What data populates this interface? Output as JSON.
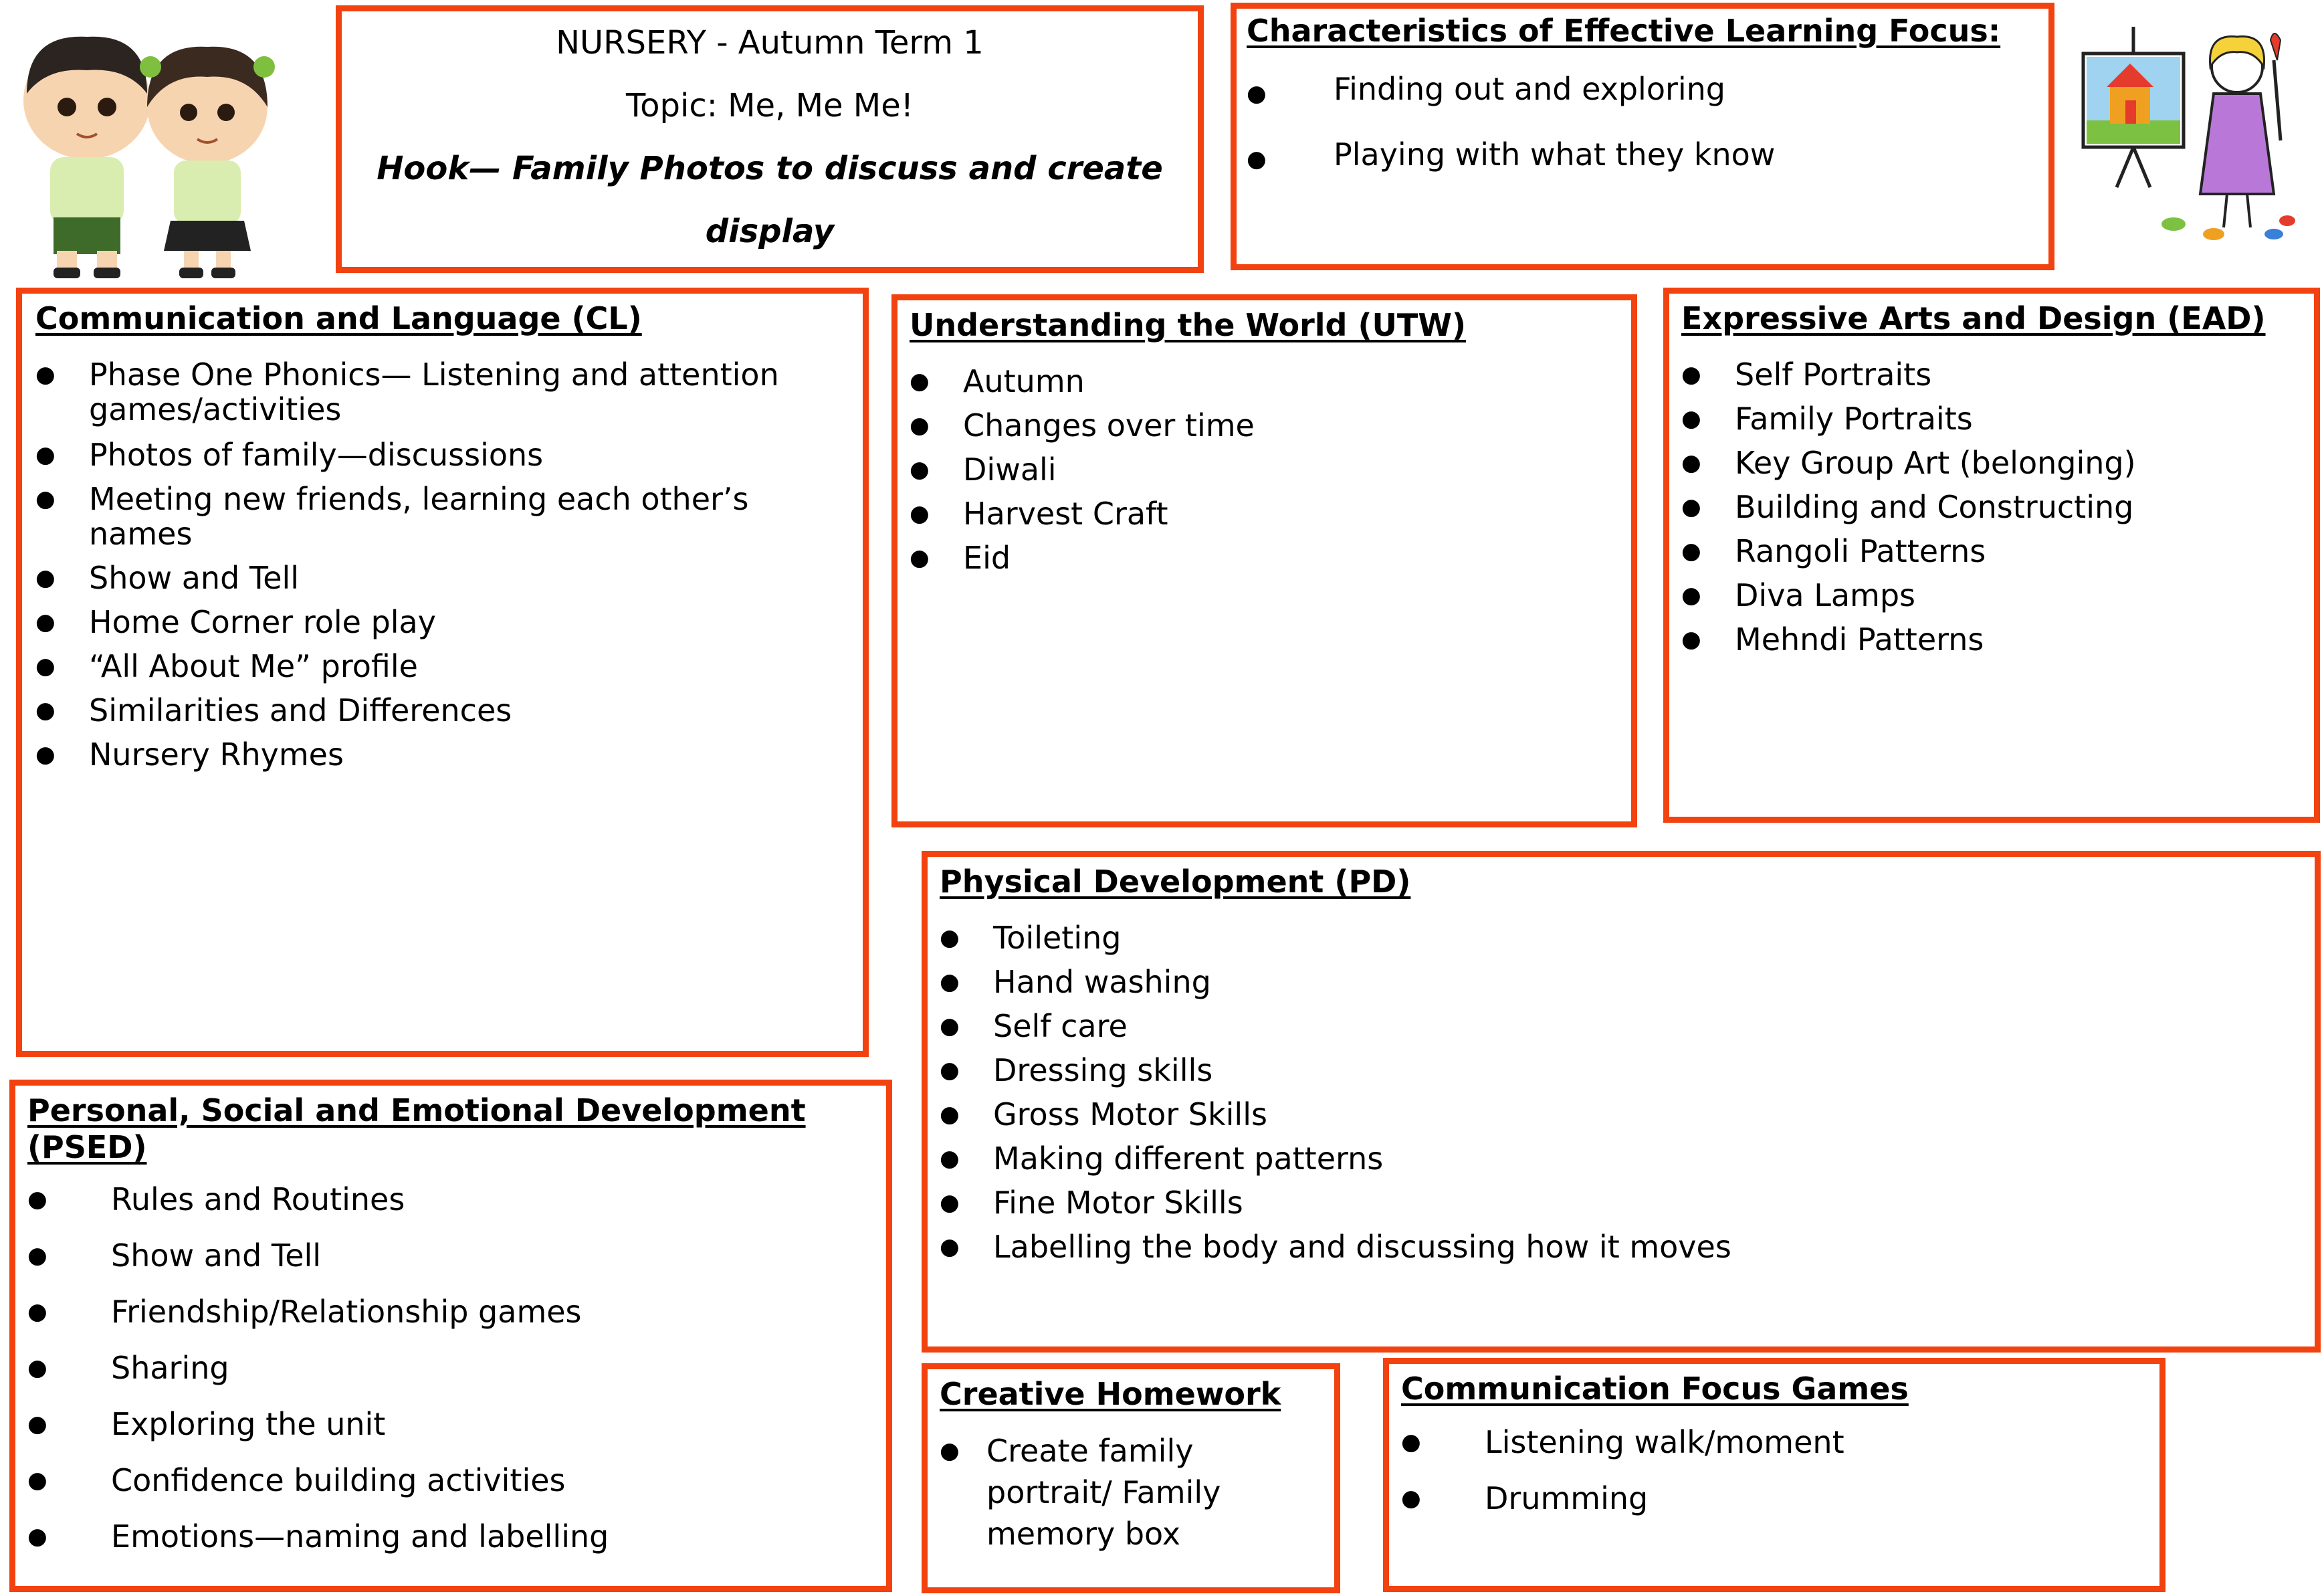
{
  "header": {
    "line1": "NURSERY - Autumn Term 1",
    "line2": "Topic: Me, Me Me!",
    "hook_line1": "Hook— Family Photos to discuss and create",
    "hook_line2": "display"
  },
  "cofel": {
    "title": "Characteristics of Effective Learning Focus:",
    "items": [
      "Finding out and exploring",
      "Playing with what they know"
    ]
  },
  "cl": {
    "title": "Communication and Language (CL)",
    "items": [
      "Phase One Phonics— Listening and attention games/activities",
      "Photos of family—discussions",
      "Meeting new friends, learning each other’s names",
      "Show and Tell",
      "Home Corner role play",
      "“All About Me” profile",
      "Similarities and Differences",
      "Nursery Rhymes"
    ]
  },
  "utw": {
    "title": "Understanding the World (UTW)",
    "items": [
      "Autumn",
      "Changes over time",
      "Diwali",
      "Harvest Craft",
      "Eid"
    ]
  },
  "ead": {
    "title": "Expressive Arts and Design (EAD)",
    "items": [
      "Self Portraits",
      "Family Portraits",
      "Key Group Art (belonging)",
      "Building and Constructing",
      "Rangoli Patterns",
      "Diva Lamps",
      "Mehndi Patterns"
    ]
  },
  "pd": {
    "title": "Physical Development (PD)",
    "items": [
      "Toileting",
      "Hand washing",
      "Self care",
      "Dressing skills",
      "Gross Motor Skills",
      "Making different patterns",
      "Fine Motor Skills",
      "Labelling the body and discussing how it moves"
    ]
  },
  "psed": {
    "title": "Personal, Social and Emotional Development (PSED)",
    "items": [
      "Rules and Routines",
      "Show and Tell",
      "Friendship/Relationship games",
      "Sharing",
      "Exploring the unit",
      "Confidence building activities",
      "Emotions—naming and labelling"
    ]
  },
  "homework": {
    "title": "Creative Homework",
    "items": [
      "Create family portrait/ Family memory box"
    ]
  },
  "cfg": {
    "title": "Communication Focus Games",
    "items": [
      "Listening walk/moment",
      "Drumming"
    ]
  },
  "bullet": "●",
  "colors": {
    "border": "#f2420f"
  },
  "illustrations": [
    "children-illustration",
    "child-painting-illustration"
  ]
}
